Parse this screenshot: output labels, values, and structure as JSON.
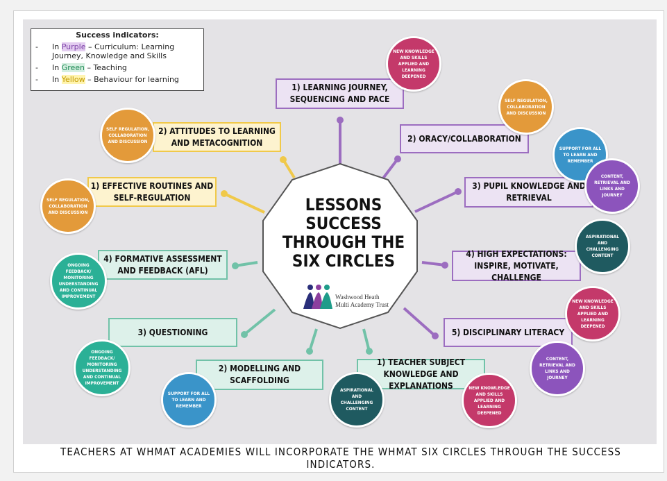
{
  "legend": {
    "title": "Success indicators:",
    "items": [
      {
        "dash": "-",
        "prefix": "In ",
        "color_word": "Purple",
        "suffix": " – Curriculum: Learning Journey, Knowledge and Skills",
        "color": "#7b3fa6"
      },
      {
        "dash": "-",
        "prefix": "In ",
        "color_word": "Green",
        "suffix": " – Teaching",
        "color": "#1f8a55"
      },
      {
        "dash": "-",
        "prefix": "In ",
        "color_word": "Yellow",
        "suffix": " – Behaviour for learning",
        "color": "#c29a00"
      }
    ]
  },
  "center": {
    "title": "LESSONS SUCCESS THROUGH THE SIX CIRCLES",
    "logo_line1": "Washwood Heath",
    "logo_line2": "Multi Academy Trust"
  },
  "boxes": {
    "learning_journey": "1) LEARNING JOURNEY, SEQUENCING AND PACE",
    "oracy": "2) ORACY/COLLABORATION",
    "pupil_knowledge": "3) PUPIL KNOWLEDGE AND RETRIEVAL",
    "high_expectations": "4) HIGH EXPECTATIONS: INSPIRE, MOTIVATE, CHALLENGE",
    "disciplinary_literacy": "5) DISCIPLINARY LITERACY",
    "attitudes": "2) ATTITUDES TO LEARNING AND METACOGNITION",
    "routines": "1) EFFECTIVE ROUTINES AND SELF-REGULATION",
    "formative": "4) FORMATIVE ASSESSMENT AND FEEDBACK (AFL)",
    "questioning": "3) QUESTIONING",
    "modelling": "2) MODELLING AND SCAFFOLDING",
    "teacher_knowledge": "1) TEACHER SUBJECT KNOWLEDGE AND EXPLANATIONS"
  },
  "circles": {
    "lj_new_knowledge": "NEW KNOWLEDGE AND SKILLS APPLIED AND LEARNING DEEPENED",
    "oracy_self_reg": "SELF REGULATION, COLLABORATION AND DISCUSSION",
    "pk_support": "SUPPORT FOR ALL TO LEARN AND REMEMBER",
    "pk_content": "CONTENT, RETRIEVAL AND LINKS AND JOURNEY",
    "he_aspirational": "ASPIRATIONAL AND CHALLENGING CONTENT",
    "dl_new_knowledge": "NEW KNOWLEDGE AND SKILLS APPLIED AND LEARNING DEEPENED",
    "dl_content": "CONTENT, RETRIEVAL AND LINKS AND JOURNEY",
    "tk_new_knowledge": "NEW KNOWLEDGE AND SKILLS APPLIED AND LEARNING DEEPENED",
    "tk_aspirational": "ASPIRATIONAL AND CHALLENGING CONTENT",
    "mod_support": "SUPPORT FOR ALL TO LEARN AND REMEMBER",
    "q_ongoing": "ONGOING FEEDBACK/ MONITORING UNDERSTANDING AND CONTINUAL IMPROVEMENT",
    "fa_ongoing": "ONGOING FEEDBACK/ MONITORING UNDERSTANDING AND CONTINUAL IMPROVEMENT",
    "rt_self_reg": "SELF REGULATION, COLLABORATION AND DISCUSSION",
    "att_self_reg": "SELF REGULATION, COLLABORATION AND DISCUSSION"
  },
  "footer": "TEACHERS AT WHMAT ACADEMIES WILL INCORPORATE THE WHMAT SIX CIRCLES THROUGH THE SUCCESS INDICATORS.",
  "colors": {
    "purple": "#9c6dc0",
    "green": "#71c2a8",
    "yellow": "#f0c94a"
  }
}
